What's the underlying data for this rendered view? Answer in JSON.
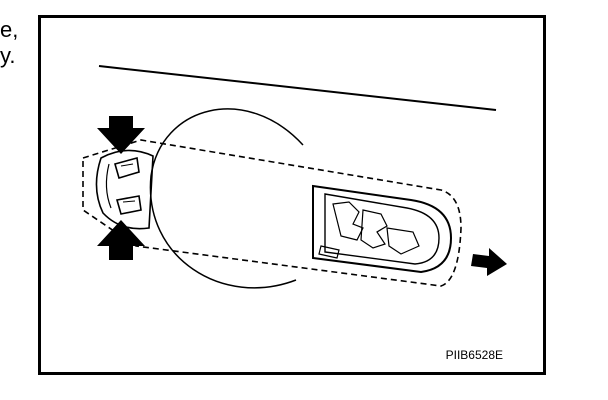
{
  "side_text": {
    "line1": "e,",
    "line2": "y."
  },
  "figure": {
    "code": "PIIB6528E"
  }
}
